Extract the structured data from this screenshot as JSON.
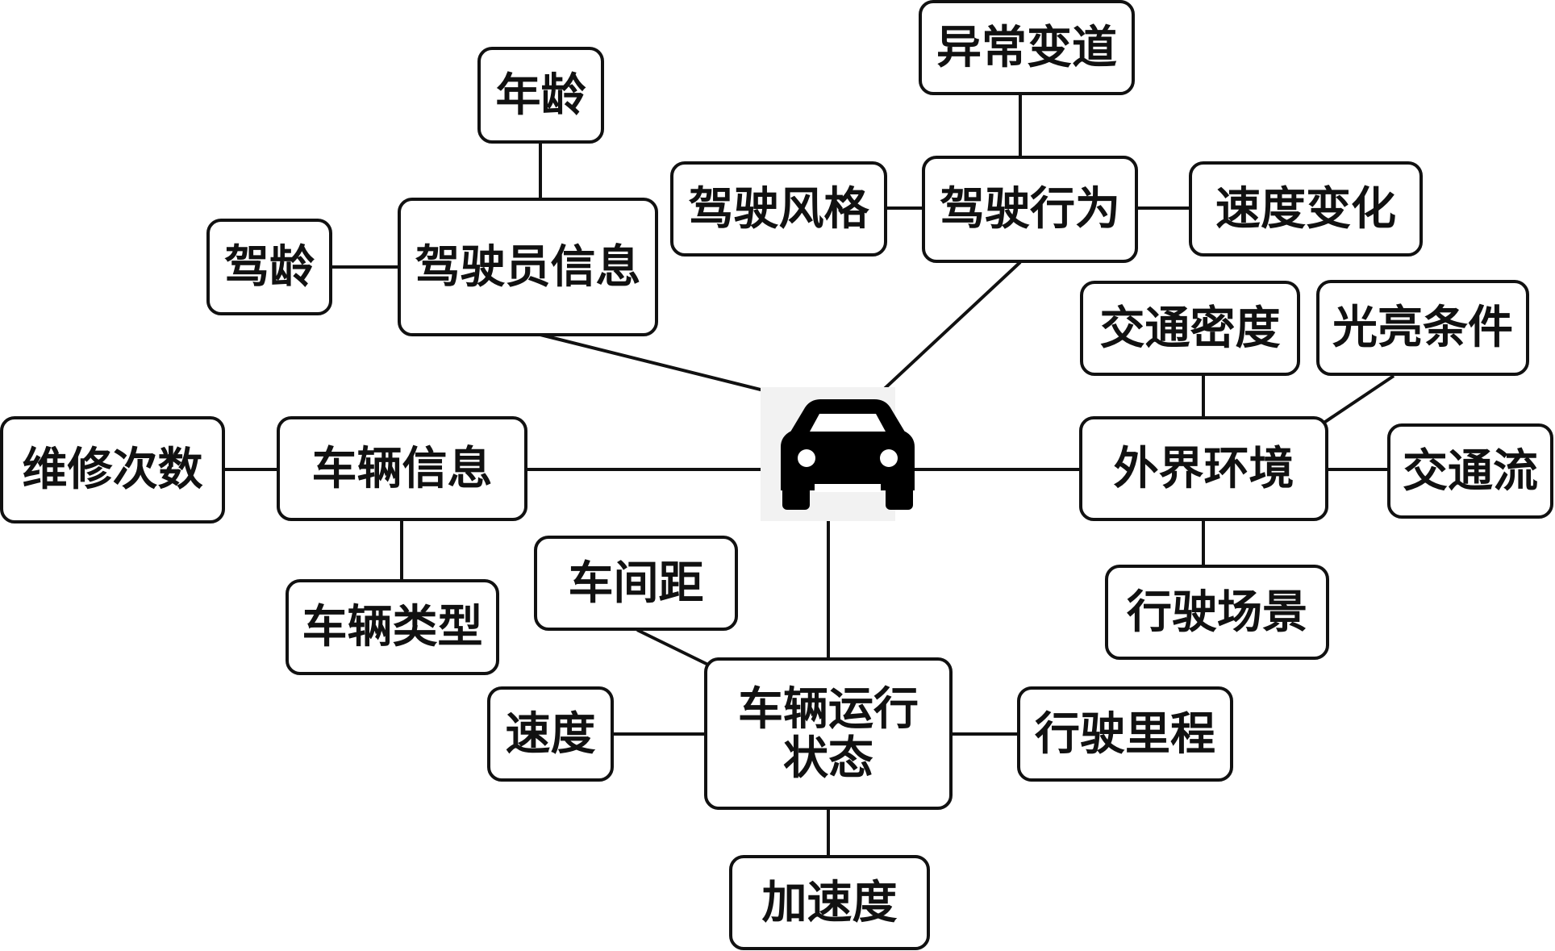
{
  "diagram": {
    "center_icon": "car-icon",
    "colors": {
      "line": "#111111",
      "box_border": "#111111",
      "background": "#ffffff"
    },
    "nodes": {
      "driver_info": "驾驶员信息",
      "age": "年龄",
      "driving_years": "驾龄",
      "driving_behavior": "驾驶行为",
      "abnormal_lane_change": "异常变道",
      "driving_style": "驾驶风格",
      "speed_change": "速度变化",
      "external_env": "外界环境",
      "traffic_density": "交通密度",
      "light_condition": "光亮条件",
      "traffic_flow": "交通流",
      "driving_scene": "行驶场景",
      "vehicle_info": "车辆信息",
      "repair_count": "维修次数",
      "vehicle_type": "车辆类型",
      "vehicle_state": "车辆运行\n状态",
      "headway": "车间距",
      "speed": "速度",
      "mileage": "行驶里程",
      "acceleration": "加速度"
    }
  }
}
